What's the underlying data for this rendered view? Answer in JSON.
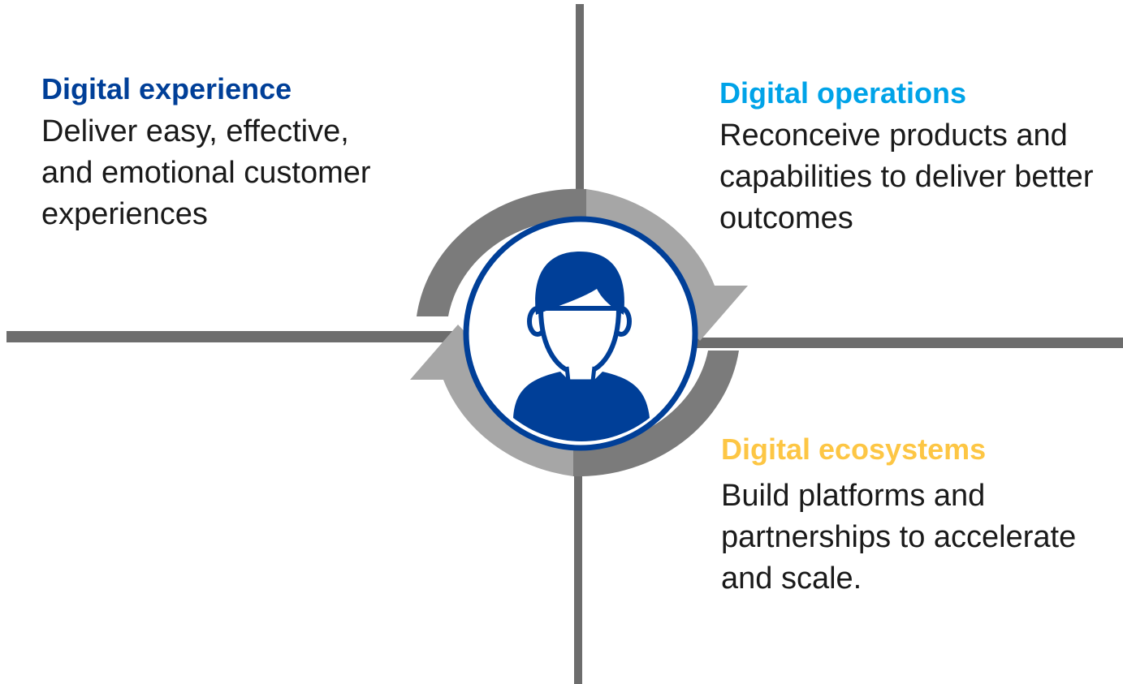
{
  "colors": {
    "experience_title": "#003f98",
    "operations_title": "#00a3e8",
    "ecosystems_title": "#fdc644",
    "divider": "#6d6d6d",
    "arrow_dark": "#7b7b7b",
    "arrow_light": "#a6a6a6",
    "person": "#003f98"
  },
  "quadrants": {
    "experience": {
      "title": "Digital experience",
      "description": "Deliver easy, effective,\nand emotional customer\nexperiences"
    },
    "operations": {
      "title": "Digital operations",
      "description": "Reconceive products and\ncapabilities to deliver better\noutcomes"
    },
    "ecosystems": {
      "title": "Digital ecosystems",
      "description": "Build platforms and\npartnerships to accelerate\nand scale."
    }
  },
  "center": {
    "icon": "person-icon"
  }
}
